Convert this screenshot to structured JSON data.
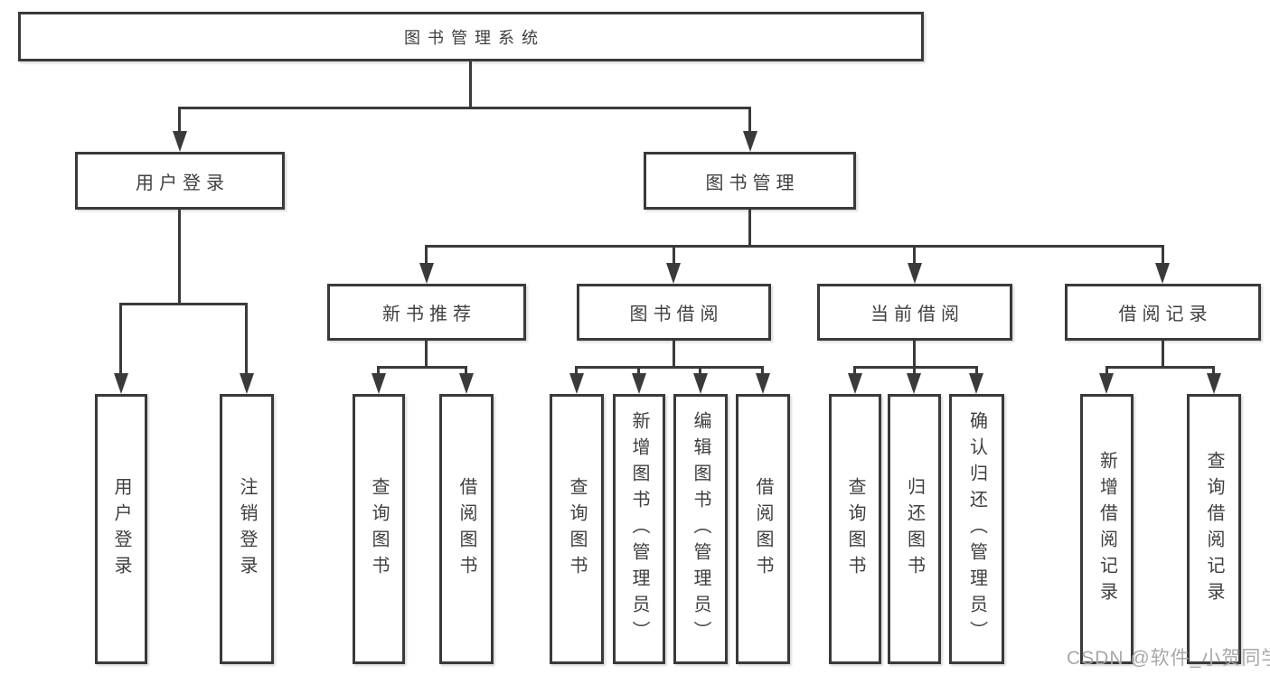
{
  "diagram": {
    "root": {
      "label": "图书管理系统"
    },
    "level2": {
      "user_login": {
        "label": "用户登录"
      },
      "book_mgmt": {
        "label": "图书管理"
      }
    },
    "level3": {
      "new_books": {
        "label": "新书推荐"
      },
      "book_borrow": {
        "label": "图书借阅"
      },
      "current_borrow": {
        "label": "当前借阅"
      },
      "borrow_records": {
        "label": "借阅记录"
      }
    },
    "leaves": {
      "user_login": [
        "用户登录",
        "注销登录"
      ],
      "new_books": [
        "查询图书",
        "借阅图书"
      ],
      "book_borrow": [
        "查询图书",
        "新增图书（管理员）",
        "编辑图书（管理员）",
        "借阅图书"
      ],
      "current_borrow": [
        "查询图书",
        "归还图书",
        "确认归还（管理员）"
      ],
      "borrow_records": [
        "新增借阅记录",
        "查询借阅记录"
      ]
    }
  },
  "watermark": "CSDN @软件_小贺同学",
  "colors": {
    "line": "#3a3a3a",
    "text": "#3f3f3f",
    "background": "#ffffff",
    "watermark": "#a8a8a8"
  }
}
